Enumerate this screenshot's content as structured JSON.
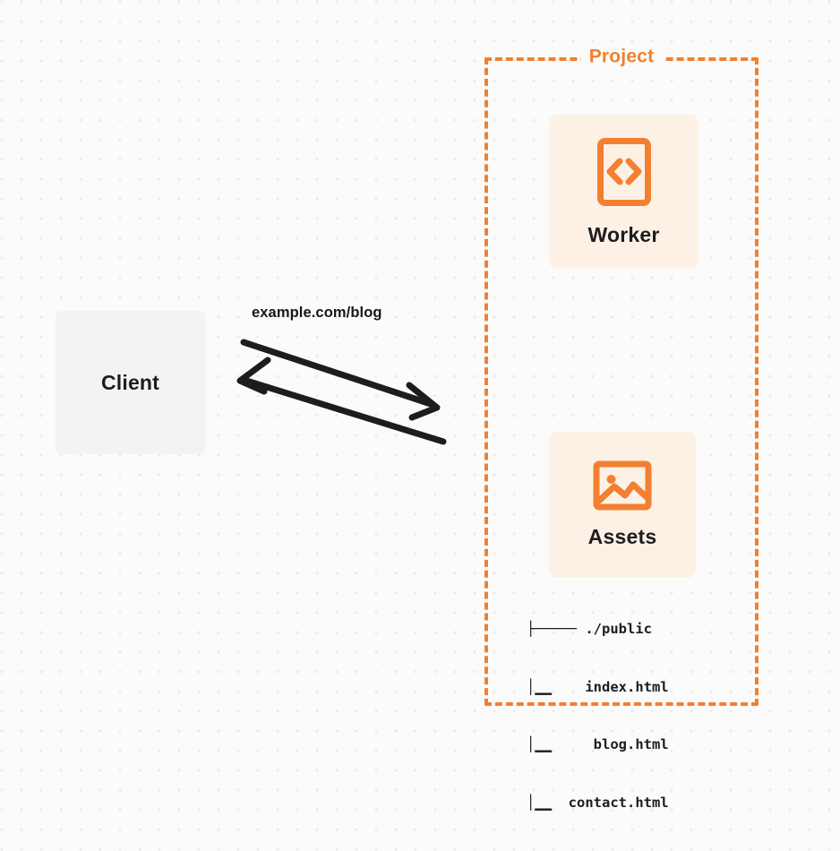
{
  "diagram": {
    "title": "Cloudflare Worker with static assets request flow",
    "colors": {
      "accent_orange": "#f28030",
      "card_background": "#fdf1e5",
      "client_background": "#f2f3f5",
      "text": "#1d1d1f",
      "canvas_background": "#fbfbfb",
      "grid_dot": "#e9e9ea"
    },
    "client": {
      "label": "Client",
      "shape": "rounded-rectangle"
    },
    "edge": {
      "label": "example.com/blog",
      "request_direction": "client-to-project",
      "response_direction": "project-to-client"
    },
    "project": {
      "title": "Project",
      "border_style": "dashed",
      "nodes": [
        {
          "id": "worker",
          "label": "Worker",
          "icon": "code-brackets-icon"
        },
        {
          "id": "assets",
          "label": "Assets",
          "icon": "image-icon"
        }
      ],
      "file_tree": [
        {
          "prefix": "├─────",
          "name": "./public"
        },
        {
          "prefix": "│▁▁",
          "name": "index.html"
        },
        {
          "prefix": "│▁▁",
          "name": "blog.html"
        },
        {
          "prefix": "│▁▁",
          "name": "contact.html"
        }
      ],
      "file_tree_lines": [
        "├───── ./public",
        "│▁▁    index.html",
        "│▁▁     blog.html",
        "│▁▁  contact.html"
      ]
    }
  }
}
